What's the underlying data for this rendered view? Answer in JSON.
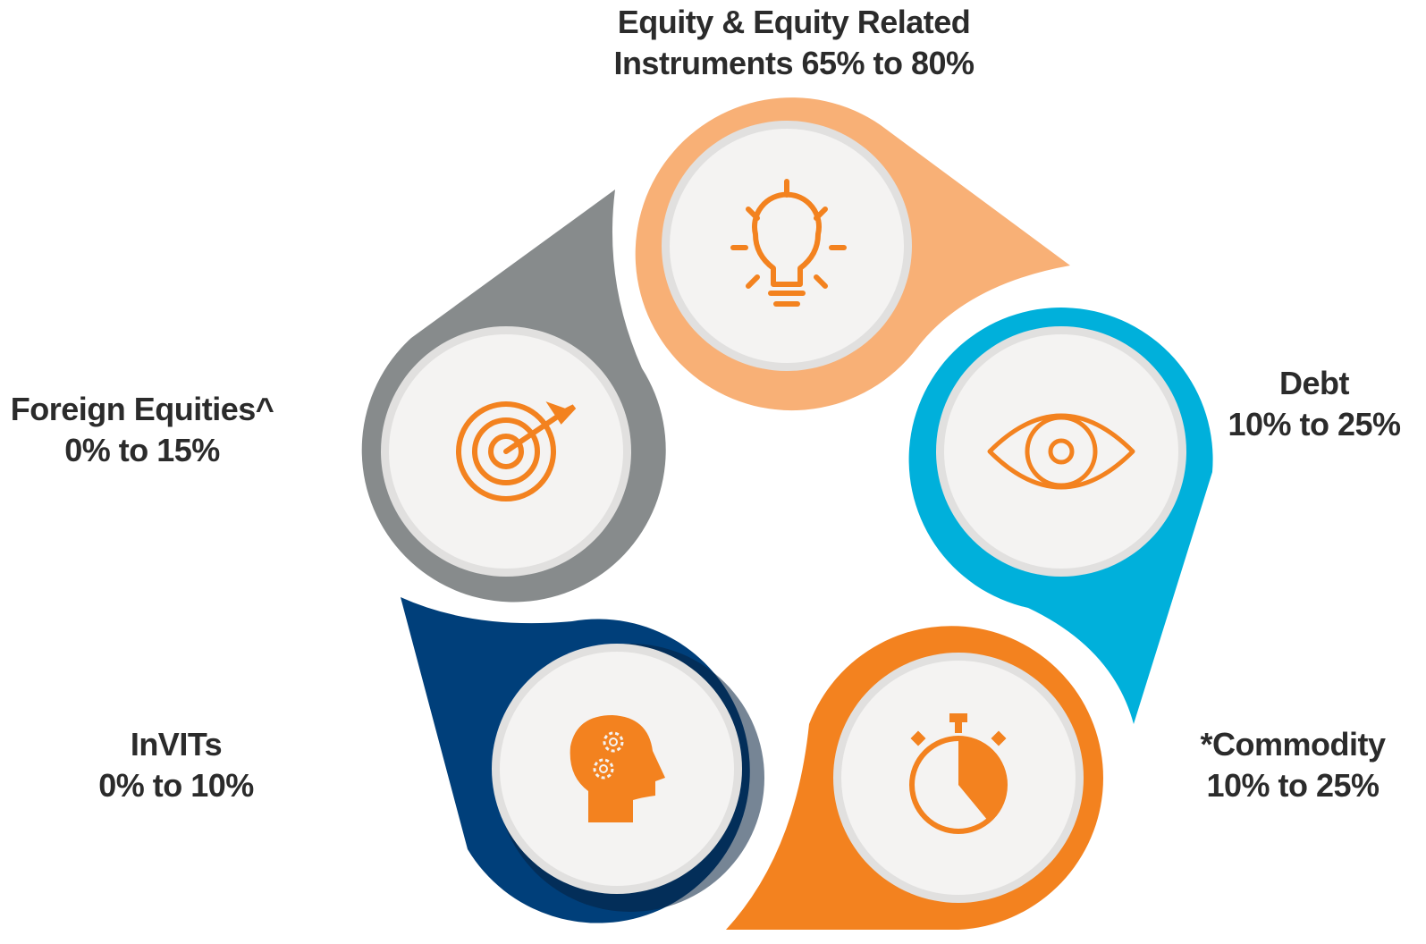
{
  "colors": {
    "equity": "#F8B076",
    "debt": "#00B0DB",
    "commodity": "#F3821F",
    "invits": "#003F7A",
    "foreign": "#878B8C",
    "icon": "#F3821F",
    "inner_circle": "#F4F3F2",
    "inner_ring": "#E1E0DF"
  },
  "segments": [
    {
      "key": "equity",
      "line1": "Equity & Equity Related",
      "line2": "Instruments 65% to 80%",
      "icon": "lightbulb-icon"
    },
    {
      "key": "debt",
      "line1": "Debt",
      "line2": "10% to 25%",
      "icon": "eye-icon"
    },
    {
      "key": "commodity",
      "line1": "*Commodity",
      "line2": "10% to 25%",
      "icon": "stopwatch-icon"
    },
    {
      "key": "invits",
      "line1": "InVITs",
      "line2": "0% to 10%",
      "icon": "head-gears-icon"
    },
    {
      "key": "foreign",
      "line1": "Foreign Equities^",
      "line2": "0% to 15%",
      "icon": "target-arrow-icon"
    }
  ]
}
